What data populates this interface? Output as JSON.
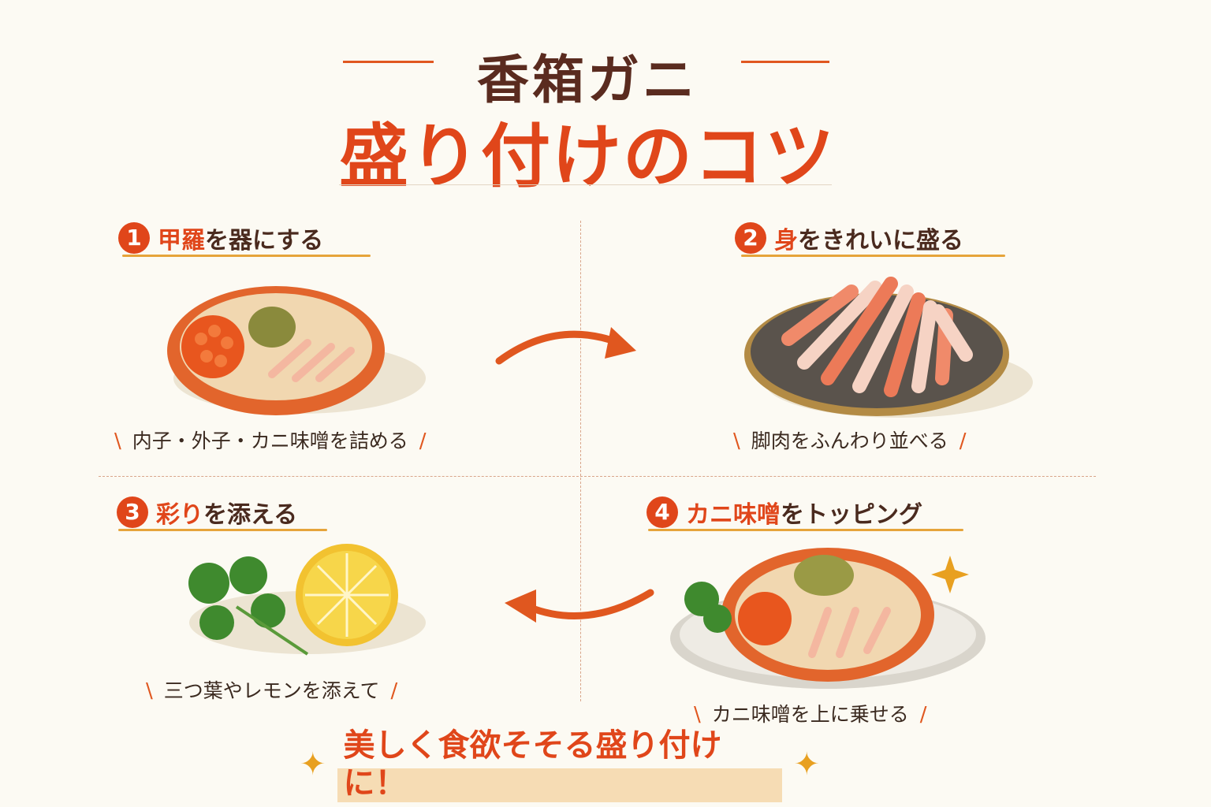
{
  "header": {
    "title_line1": "香箱ガニ",
    "title_line2": "盛り付けのコツ"
  },
  "steps": [
    {
      "number": "1",
      "title_accent": "甲羅",
      "title_rest": "を器にする",
      "caption": "内子・外子・カニ味噌を詰める",
      "illustration": "crab-shell-filled"
    },
    {
      "number": "2",
      "title_accent": "身",
      "title_rest": "をきれいに盛る",
      "caption": "脚肉をふんわり並べる",
      "illustration": "crab-legs-plate"
    },
    {
      "number": "3",
      "title_accent": "彩り",
      "title_rest": "を添える",
      "caption": "三つ葉やレモンを添えて",
      "illustration": "parsley-lemon"
    },
    {
      "number": "4",
      "title_accent": "カニ味噌",
      "title_rest": "をトッピング",
      "caption": "カニ味噌を上に乗せる",
      "illustration": "crab-shell-plated"
    }
  ],
  "footer": {
    "text": "美しく食欲そそる盛り付けに！"
  },
  "colors": {
    "accent": "#e0461a",
    "title_brown": "#5a2b1f",
    "underline": "#e6a43a",
    "background": "#fcfaf3"
  }
}
